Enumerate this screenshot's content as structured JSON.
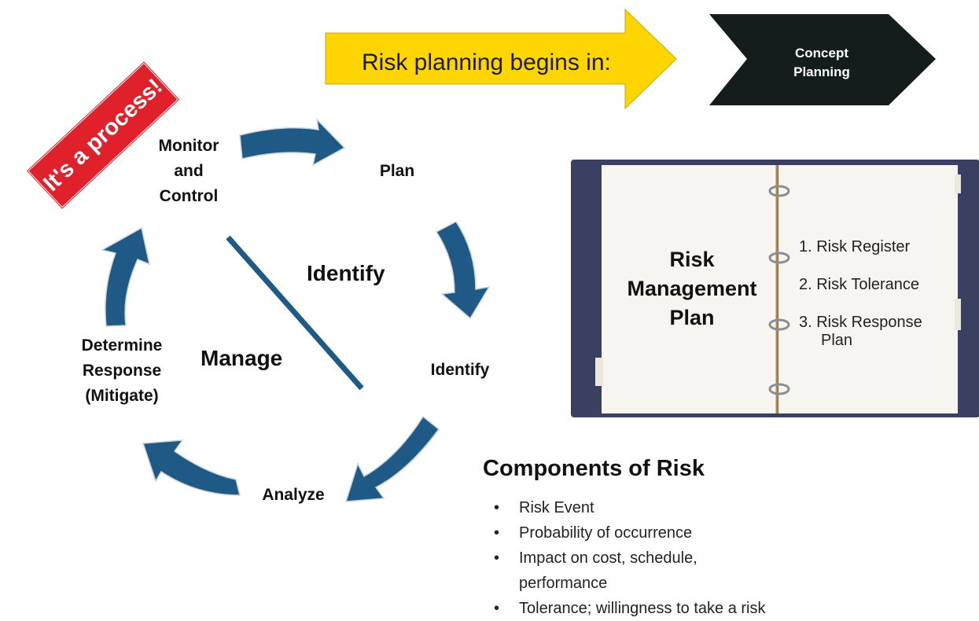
{
  "top_flow": {
    "yellow_arrow_text": "Risk planning begins in:",
    "dark_arrow_line1": "Concept",
    "dark_arrow_line2": "Planning"
  },
  "banner": {
    "text": "It's a process!"
  },
  "cycle": {
    "monitor": [
      "Monitor",
      "and",
      "Control"
    ],
    "plan": "Plan",
    "identify_center": "Identify",
    "identify_step": "Identify",
    "manage": "Manage",
    "analyze": "Analyze",
    "determine": [
      "Determine",
      "Response",
      "(Mitigate)"
    ]
  },
  "binder": {
    "title": [
      "Risk",
      "Management",
      "Plan"
    ],
    "items": [
      "1. Risk Register",
      "2. Risk Tolerance",
      "3. Risk Response",
      "Plan"
    ]
  },
  "components": {
    "title": "Components of Risk",
    "items": [
      "Risk Event",
      "Probability of occurrence",
      "Impact on cost, schedule,",
      "performance",
      "Tolerance; willingness to take a risk"
    ]
  },
  "colors": {
    "arrow_blue": "#1f5a86",
    "yellow": "#ffd500",
    "dark": "#141c1c",
    "banner_red": "#e0202a",
    "binder_frame": "#3a4060"
  }
}
